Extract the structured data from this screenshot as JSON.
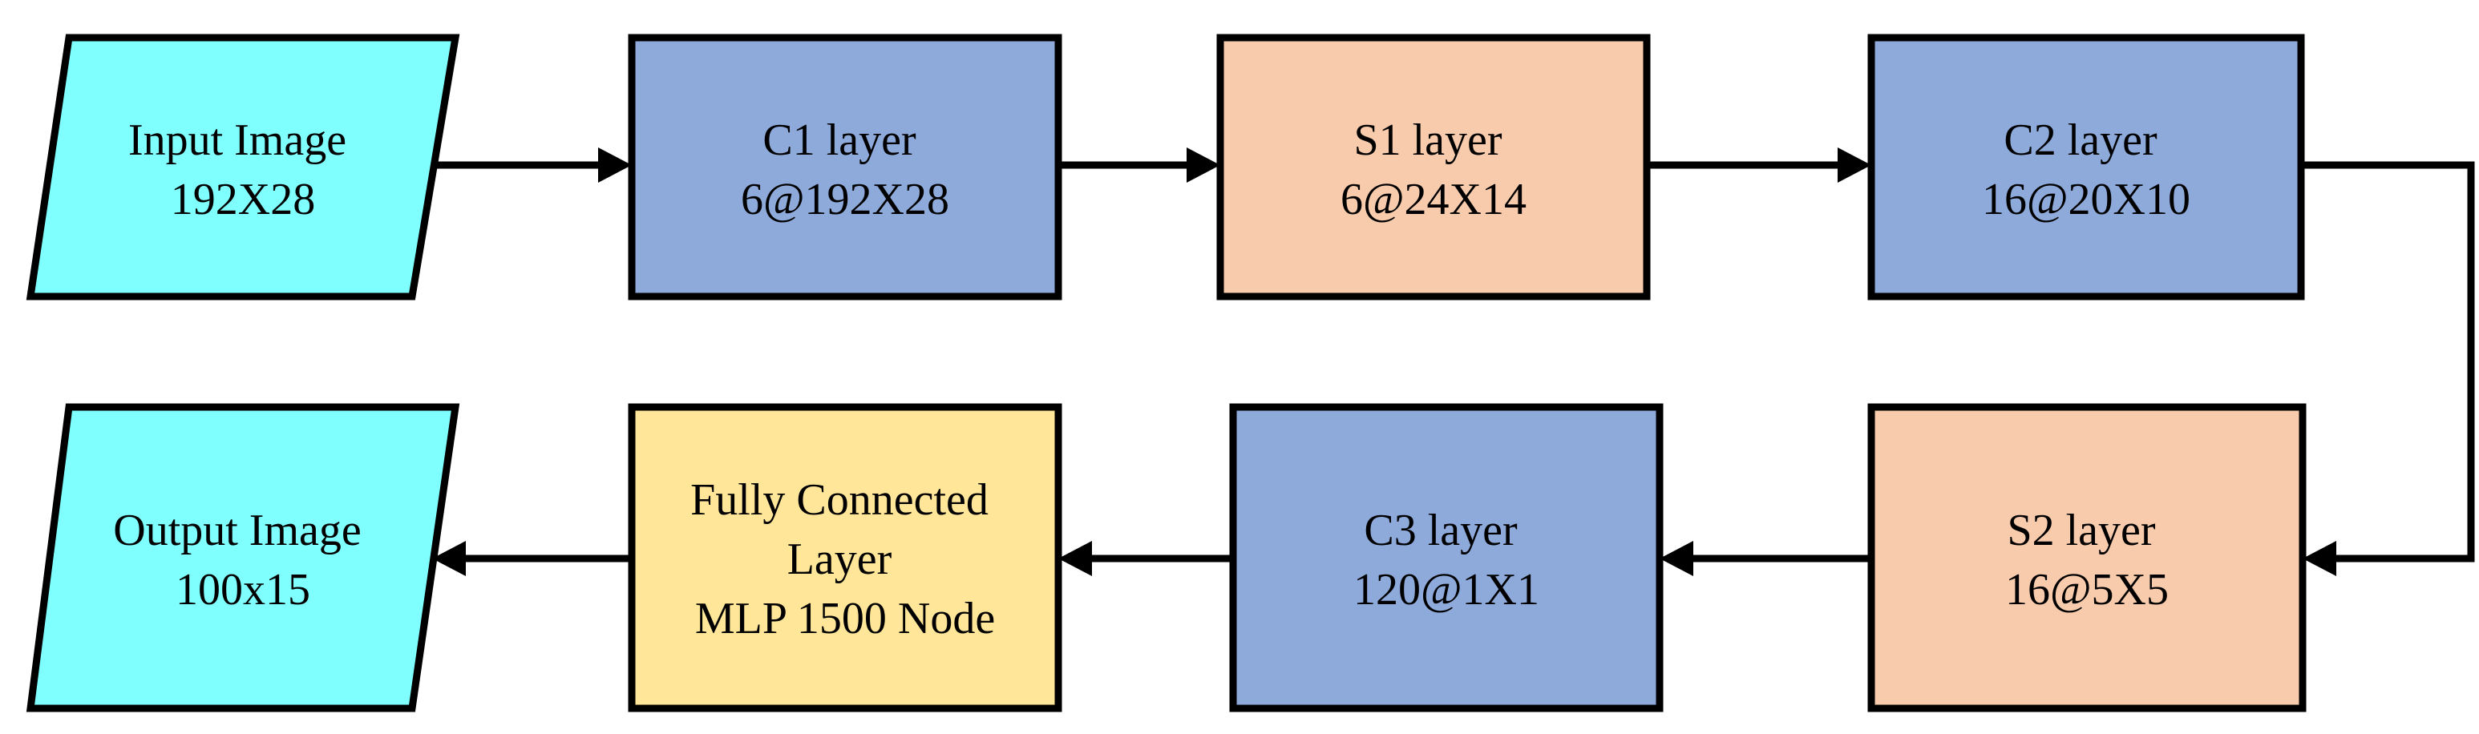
{
  "nodes": {
    "input": {
      "lines": [
        "Input Image",
        "192X28"
      ],
      "fill": "#80FFFF"
    },
    "c1": {
      "lines": [
        "C1 layer",
        "6@192X28"
      ],
      "fill": "#8EAADB"
    },
    "s1": {
      "lines": [
        "S1 layer",
        "6@24X14"
      ],
      "fill": "#F8CBAD"
    },
    "c2": {
      "lines": [
        "C2 layer",
        "16@20X10"
      ],
      "fill": "#8EAADB"
    },
    "s2": {
      "lines": [
        "S2 layer",
        "16@5X5"
      ],
      "fill": "#F8CBAD"
    },
    "c3": {
      "lines": [
        "C3 layer",
        "120@1X1"
      ],
      "fill": "#8EAADB"
    },
    "fc": {
      "lines": [
        "Fully Connected",
        "Layer",
        "MLP 1500 Node"
      ],
      "fill": "#FFE699"
    },
    "output": {
      "lines": [
        "Output Image",
        "100x15"
      ],
      "fill": "#80FFFF"
    }
  },
  "edges": [
    [
      "input",
      "c1"
    ],
    [
      "c1",
      "s1"
    ],
    [
      "s1",
      "c2"
    ],
    [
      "c2",
      "s2"
    ],
    [
      "s2",
      "c3"
    ],
    [
      "c3",
      "fc"
    ],
    [
      "fc",
      "output"
    ]
  ]
}
